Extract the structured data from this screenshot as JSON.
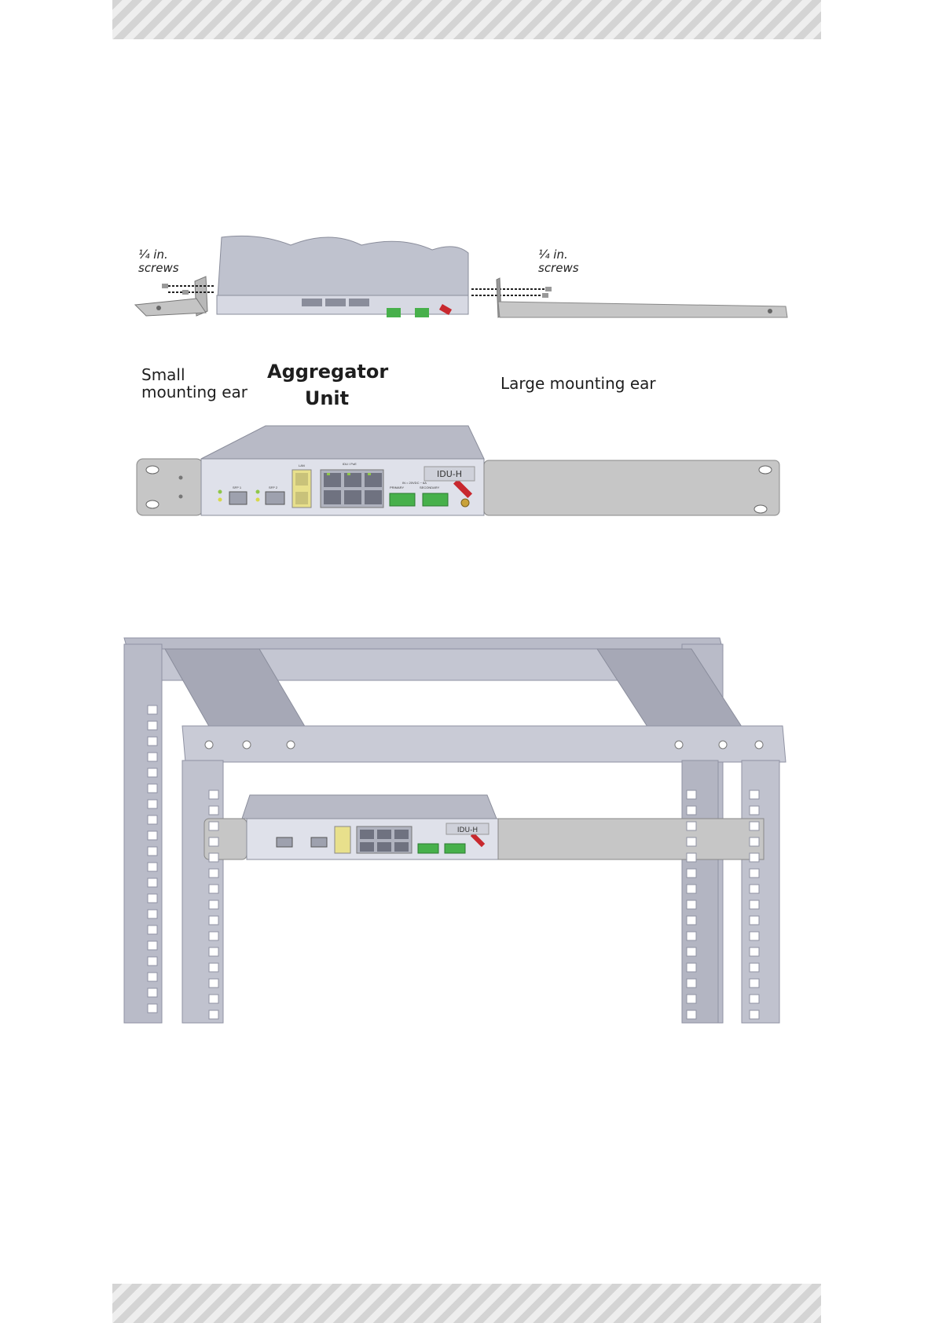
{
  "figure1": {
    "labels": {
      "screws_left": "¼ in.\nscrews",
      "screws_right": "¼ in.\nscrews",
      "small_ear": "Small\nmounting ear",
      "unit": "Aggregator\nUnit",
      "large_ear": "Large mounting ear"
    },
    "device": {
      "badge": "IDU-H",
      "port_labels": {
        "lan": "LAN",
        "idu_poe": "IDU / PoE",
        "sfp1": "SFP 1",
        "sfp2": "SFP 2",
        "power": "IN = 20VDC ~ 6A",
        "primary": "PRIMARY",
        "secondary": "SECONDARY"
      }
    }
  },
  "figure2": {
    "device": {
      "badge": "IDU-H"
    }
  },
  "colors": {
    "chassis": "#c9cbd6",
    "front_panel": "#dfe1ea",
    "ear": "#c6c6c6",
    "rack": "#b9bbc8",
    "rack_dark": "#8f92a3",
    "terminal_green": "#47b04b",
    "lan_yellow": "#e8e08c",
    "ground_red": "#c8282e"
  }
}
